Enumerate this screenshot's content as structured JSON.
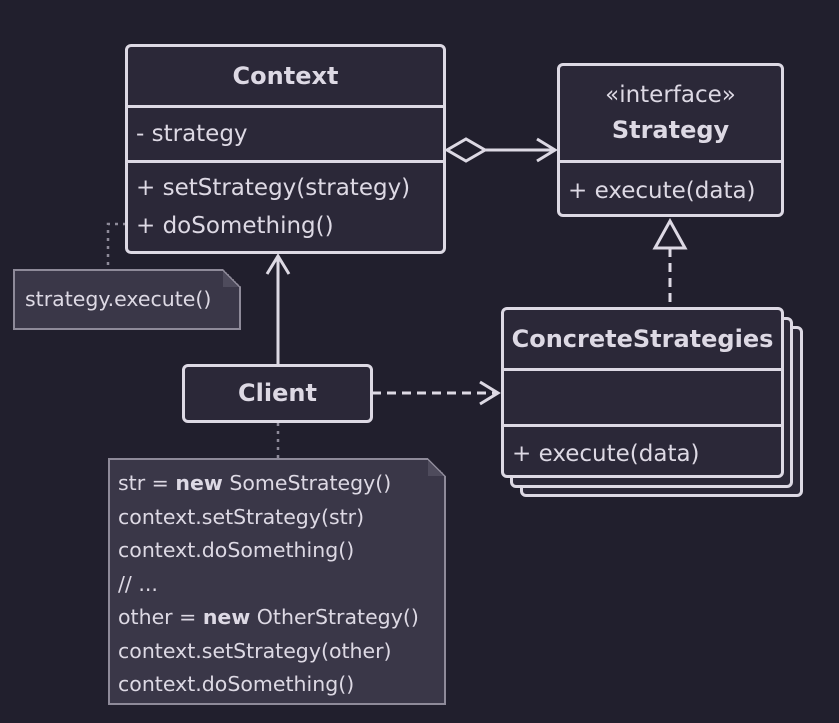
{
  "context": {
    "name": "Context",
    "fields": [
      "- strategy"
    ],
    "methods": [
      "+ setStrategy(strategy)",
      "+ doSomething()"
    ]
  },
  "strategy": {
    "stereotype": "«interface»",
    "name": "Strategy",
    "methods": [
      "+ execute(data)"
    ]
  },
  "concrete": {
    "name": "ConcreteStrategies",
    "methods": [
      "+ execute(data)"
    ]
  },
  "client": {
    "name": "Client"
  },
  "context_note": {
    "text": "strategy.execute()"
  },
  "client_note": {
    "lines": [
      {
        "pre": "str = ",
        "kw": "new",
        "post": " SomeStrategy()"
      },
      {
        "pre": "context.setStrategy(str)",
        "kw": "",
        "post": ""
      },
      {
        "pre": "context.doSomething()",
        "kw": "",
        "post": ""
      },
      {
        "pre": "// ...",
        "kw": "",
        "post": ""
      },
      {
        "pre": "other = ",
        "kw": "new",
        "post": " OtherStrategy()"
      },
      {
        "pre": "context.setStrategy(other)",
        "kw": "",
        "post": ""
      },
      {
        "pre": "context.doSomething()",
        "kw": "",
        "post": ""
      }
    ]
  },
  "colors": {
    "background": "#211f2d",
    "box_fill": "#2b2838",
    "stroke": "#ddd9e4",
    "note_fill": "#3a3748",
    "note_border": "#8e8a99",
    "dotted": "#8e8a99"
  }
}
